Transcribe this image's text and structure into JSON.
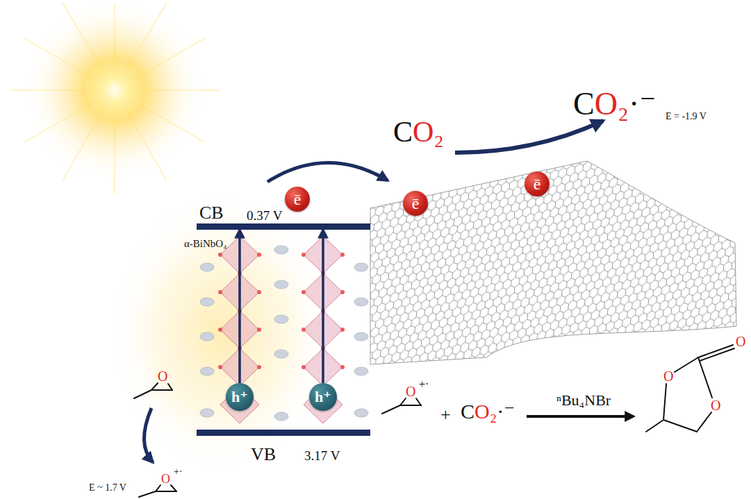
{
  "diagram": {
    "nodes": [
      {
        "text": [
          "CB",
          "0.37 V"
        ]
      },
      {
        "text": [
          "VB",
          "3.17 V"
        ]
      },
      {
        "text": [
          "ē"
        ]
      },
      {
        "text": [
          "ē"
        ]
      },
      {
        "text": [
          "ē"
        ]
      },
      {
        "text": [
          "h⁺"
        ]
      },
      {
        "text": [
          "h⁺"
        ]
      }
    ],
    "edges": [
      {
        "from": 5,
        "to": 0,
        "arrow": "to"
      },
      {
        "from": 6,
        "to": 0,
        "arrow": "to"
      }
    ],
    "labels": [
      "α-BiNbO₄",
      "CO₂",
      "CO₂·⁻",
      "E = -1.9 V",
      "O",
      "O",
      "+·",
      "E ~ 1.7 V",
      "O",
      "+·",
      "+",
      "CO₂·⁻",
      "ⁿBu₄NBr",
      "O",
      "O",
      "O"
    ]
  }
}
